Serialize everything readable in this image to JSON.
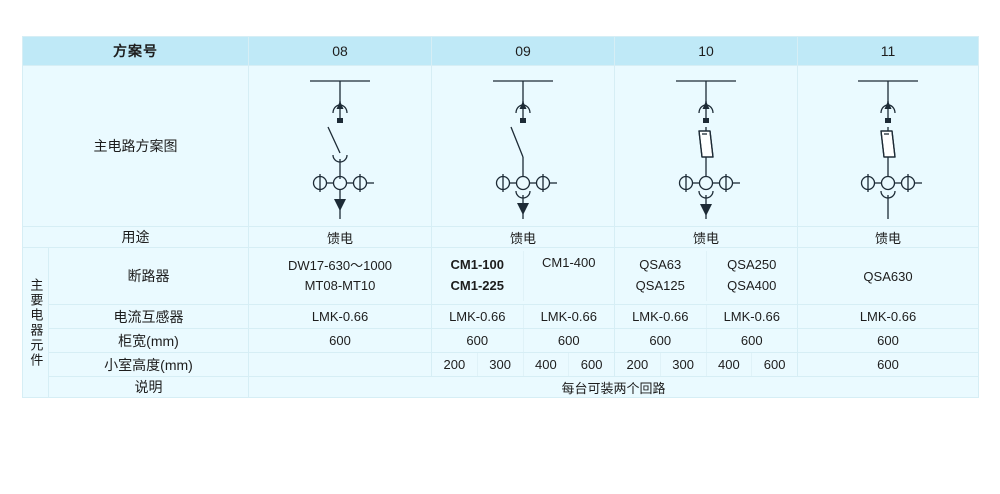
{
  "table": {
    "header": {
      "label": "方案号",
      "columns": [
        "08",
        "09",
        "10",
        "11"
      ]
    },
    "group_label": "主要电器元件",
    "rows": {
      "diagram": {
        "label": "主电路方案图"
      },
      "usage": {
        "label": "用途",
        "values": [
          "馈电",
          "馈电",
          "馈电",
          "馈电"
        ]
      },
      "breaker": {
        "label": "断路器",
        "col08": [
          "DW17-630～1000",
          "MT08-MT10"
        ],
        "col09_a": [
          "CM1-100",
          "CM1-225"
        ],
        "col09_b": [
          "CM1-400"
        ],
        "col10_a": [
          "QSA63",
          "QSA125"
        ],
        "col10_b": [
          "QSA250",
          "QSA400"
        ],
        "col11": [
          "QSA630"
        ]
      },
      "ct": {
        "label": "电流互感器",
        "col08": "LMK-0.66",
        "col09_a": "LMK-0.66",
        "col09_b": "LMK-0.66",
        "col10_a": "LMK-0.66",
        "col10_b": "LMK-0.66",
        "col11": "LMK-0.66"
      },
      "width": {
        "label": "柜宽(mm)",
        "col08": "600",
        "col09": "600",
        "col09_b": "600",
        "col10": "600",
        "col10_b": "600",
        "col11": "600"
      },
      "cell_height": {
        "label": "小室高度(mm)",
        "col08": "",
        "col09_a1": "200",
        "col09_a2": "300",
        "col09_b1": "400",
        "col09_b2": "600",
        "col10_a1": "200",
        "col10_a2": "300",
        "col10_b1": "400",
        "col10_b2": "600",
        "col11": "600"
      },
      "note": {
        "label": "说明",
        "value": "每台可装两个回路"
      }
    }
  },
  "colors": {
    "header_bg": "#bfe9f7",
    "cell_bg": "#eafaff",
    "border": "#d6eef5",
    "text": "#1d1d1d"
  }
}
